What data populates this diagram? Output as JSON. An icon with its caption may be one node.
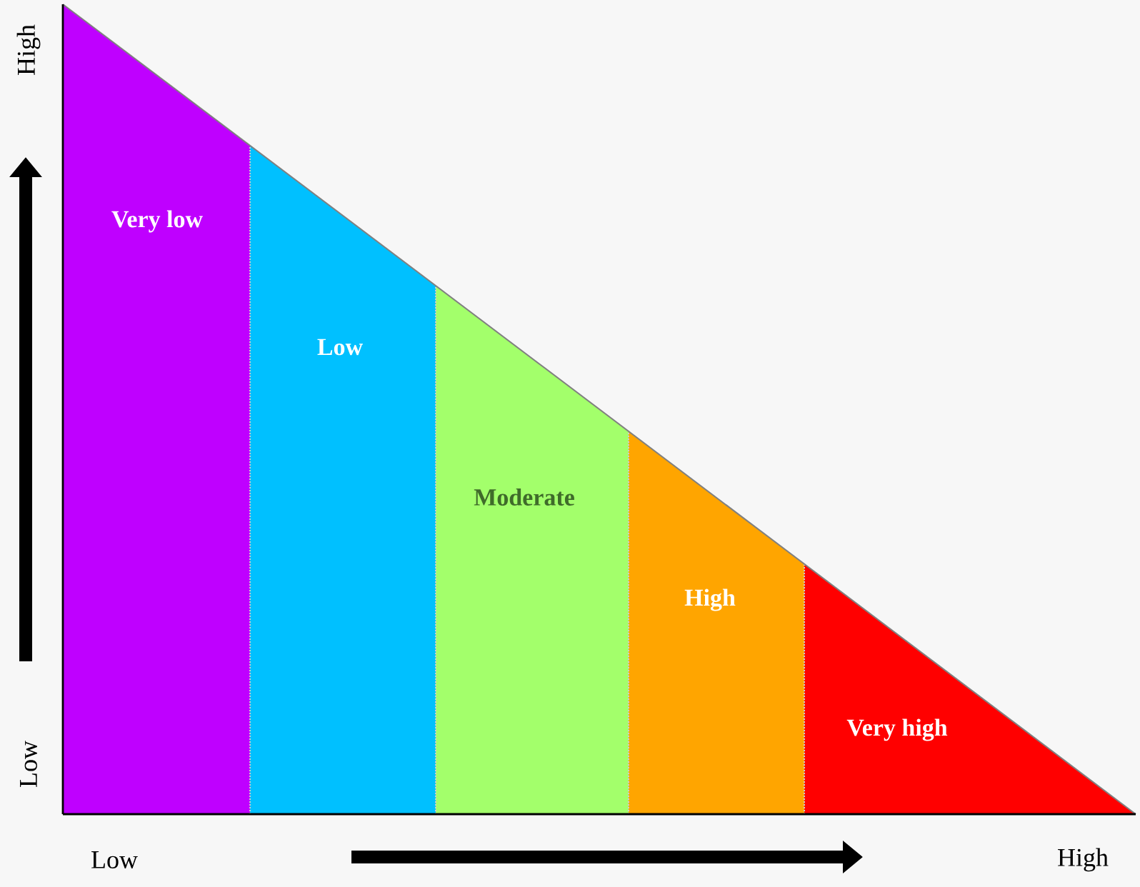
{
  "diagram": {
    "nodes": [
      {
        "text": [
          "Very low"
        ]
      },
      {
        "text": [
          "Low"
        ]
      },
      {
        "text": [
          "Moderate"
        ]
      },
      {
        "text": [
          "High"
        ]
      },
      {
        "text": [
          "Very high"
        ]
      }
    ],
    "labels": [
      "High",
      "Low",
      "Low",
      "High"
    ]
  }
}
